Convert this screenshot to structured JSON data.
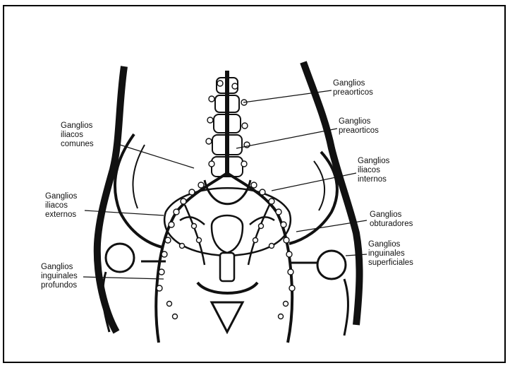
{
  "labels": {
    "preaorticos_upper": [
      "Ganglios",
      "preaorticos"
    ],
    "preaorticos_lower": [
      "Ganglios",
      "preaorticos"
    ],
    "iliacos_comunes": [
      "Ganglios",
      "iliacos",
      "comunes"
    ],
    "iliacos_internos": [
      "Ganglios",
      "iliacos",
      "internos"
    ],
    "iliacos_externos": [
      "Ganglios",
      "iliacos",
      "externos"
    ],
    "obturadores": [
      "Ganglios",
      "obturadores"
    ],
    "inguinales_superficiales": [
      "Ganglios",
      "inguinales",
      "superficiales"
    ],
    "inguinales_profundos": [
      "Ganglios",
      "inguinales",
      "profundos"
    ]
  },
  "colors": {
    "ink": "#111111",
    "paper": "#ffffff"
  }
}
